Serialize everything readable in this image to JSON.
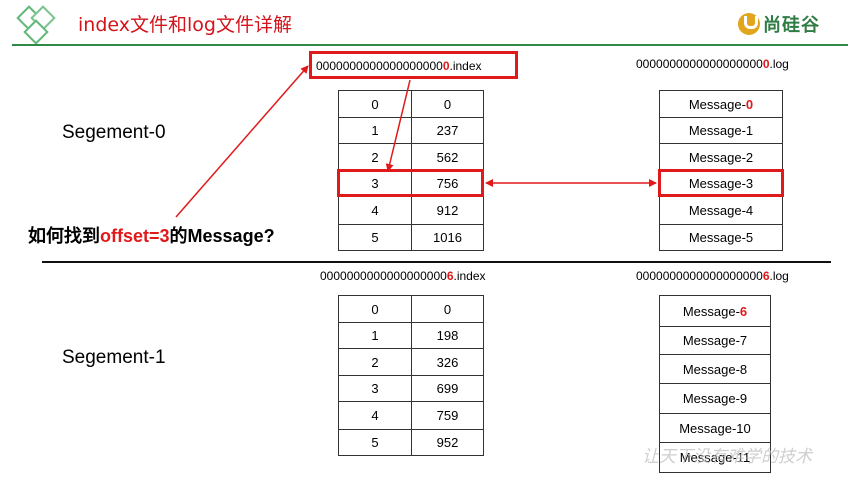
{
  "header": {
    "title": "index文件和log文件详解",
    "brand_text": "尚硅谷"
  },
  "segment0": {
    "label": "Segement-0",
    "index_file": {
      "prefix": "0000000000000000000",
      "highlight": "0",
      "suffix": ".index"
    },
    "log_file": {
      "prefix": "0000000000000000000",
      "highlight": "0",
      "suffix": ".log"
    },
    "index_rows": [
      {
        "n": "0",
        "pos": "0"
      },
      {
        "n": "1",
        "pos": "237"
      },
      {
        "n": "2",
        "pos": "562"
      },
      {
        "n": "3",
        "pos": "756"
      },
      {
        "n": "4",
        "pos": "912"
      },
      {
        "n": "5",
        "pos": "1016"
      }
    ],
    "messages": [
      {
        "prefix": "Message-",
        "num": "0",
        "highlight": true
      },
      {
        "prefix": "Message-",
        "num": "1",
        "highlight": false
      },
      {
        "prefix": "Message-",
        "num": "2",
        "highlight": false
      },
      {
        "prefix": "Message-",
        "num": "3",
        "highlight": false
      },
      {
        "prefix": "Message-",
        "num": "4",
        "highlight": false
      },
      {
        "prefix": "Message-",
        "num": "5",
        "highlight": false
      }
    ]
  },
  "segment1": {
    "label": "Segement-1",
    "index_file": {
      "prefix": "0000000000000000000",
      "highlight": "6",
      "suffix": ".index"
    },
    "log_file": {
      "prefix": "0000000000000000000",
      "highlight": "6",
      "suffix": ".log"
    },
    "index_rows": [
      {
        "n": "0",
        "pos": "0"
      },
      {
        "n": "1",
        "pos": "198"
      },
      {
        "n": "2",
        "pos": "326"
      },
      {
        "n": "3",
        "pos": "699"
      },
      {
        "n": "4",
        "pos": "759"
      },
      {
        "n": "5",
        "pos": "952"
      }
    ],
    "messages": [
      {
        "prefix": "Message-",
        "num": "6",
        "highlight": true
      },
      {
        "prefix": "Message-",
        "num": "7",
        "highlight": false
      },
      {
        "prefix": "Message-",
        "num": "8",
        "highlight": false
      },
      {
        "prefix": "Message-",
        "num": "9",
        "highlight": false
      },
      {
        "prefix": "Message-",
        "num": "10",
        "highlight": false
      },
      {
        "prefix": "Message-",
        "num": "11",
        "highlight": false
      }
    ]
  },
  "question": {
    "before": "如何找到",
    "highlight": "offset=3",
    "after": "的Message?"
  },
  "watermark": "让天下没有难学的技术",
  "colors": {
    "accent_red": "#e0191b",
    "brand_green": "#2f7d45",
    "rule_green": "#2f8a4a"
  }
}
